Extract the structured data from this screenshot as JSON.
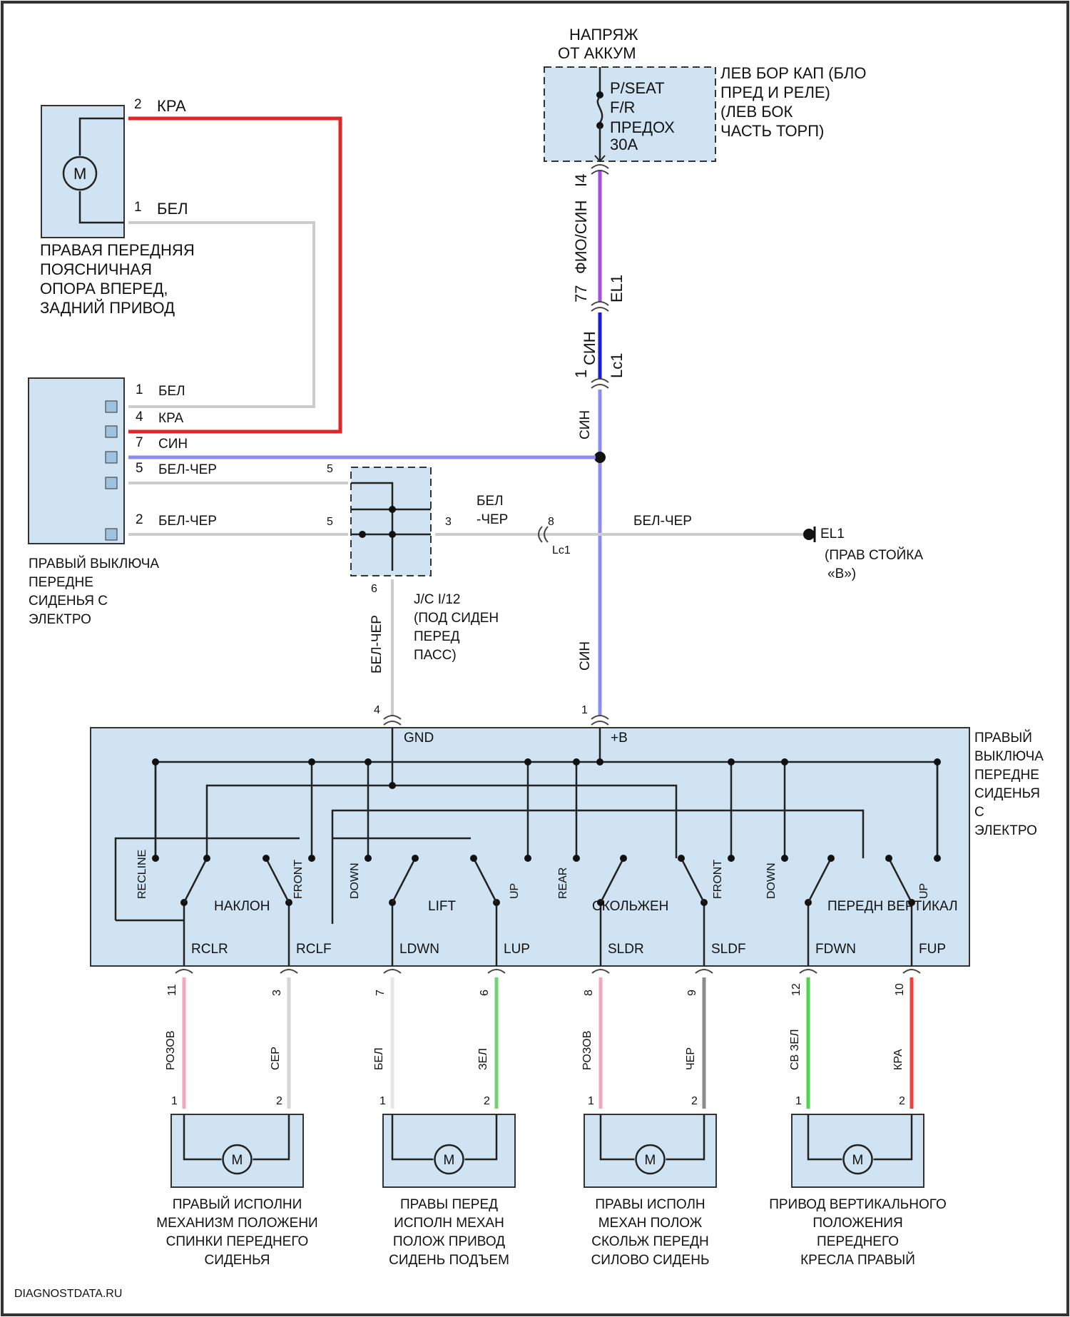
{
  "power_source": {
    "title_line1": "НАПРЯЖ",
    "title_line2": "ОТ АККУМ",
    "fuse_line1": "P/SEAT",
    "fuse_line2": "F/R",
    "fuse_line3": "ПРЕДОХ",
    "fuse_line4": "30A",
    "location_line1": "ЛЕВ БОР КАП (БЛО",
    "location_line2": "ПРЕД И РЕЛЕ)",
    "location_line3": "(ЛЕВ БОК",
    "location_line4": "ЧАСТЬ ТОРП)"
  },
  "main_wire": {
    "fuse_pin": "I4",
    "upper_wire": "ФИО/СИН",
    "conn1_pin": "77",
    "conn1_name": "EL1",
    "lower_wire": "СИН",
    "conn2_pin": "1",
    "conn2_name": "Lc1",
    "down_wire": "СИН"
  },
  "lumbar_motor": {
    "motor_symbol": "M",
    "pin_top": "2",
    "wire_top": "КРА",
    "pin_bottom": "1",
    "wire_bottom": "БЕЛ",
    "name_line1": "ПРАВАЯ ПЕРЕДНЯЯ",
    "name_line2": "ПОЯСНИЧНАЯ",
    "name_line3": "ОПОРА ВПЕРЕД,",
    "name_line4": "ЗАДНИЙ ПРИВОД"
  },
  "lumbar_switch": {
    "pins": [
      {
        "pin": "1",
        "wire": "БЕЛ"
      },
      {
        "pin": "4",
        "wire": "КРА"
      },
      {
        "pin": "7",
        "wire": "СИН"
      },
      {
        "pin": "5",
        "wire": "БЕЛ-ЧЕР"
      },
      {
        "pin": "2",
        "wire": "БЕЛ-ЧЕР"
      }
    ],
    "name_line1": "ПРАВЫЙ ВЫКЛЮЧА",
    "name_line2": "ПЕРЕДНЕ",
    "name_line3": "СИДЕНЬЯ С",
    "name_line4": "ЭЛЕКТРО"
  },
  "junction": {
    "pin_top": "5",
    "pin_mid": "5",
    "pin_right": "3",
    "pin_bottom": "6",
    "wire_right_line1": "БЕЛ",
    "wire_right_line2": "-ЧЕР",
    "wire_down": "БЕЛ-ЧЕР",
    "name_line1": "J/C I/12",
    "name_line2": "(ПОД СИДЕН",
    "name_line3": "ПЕРЕД",
    "name_line4": "ПАСС)"
  },
  "ground": {
    "conn_pin": "8",
    "conn_name": "Lc1",
    "wire": "БЕЛ-ЧЕР",
    "label": "EL1",
    "location_line1": "(ПРАВ СТОЙКА",
    "location_line2": "«В»)"
  },
  "main_switch": {
    "pin_gnd": "4",
    "term_gnd": "GND",
    "pin_b": "1",
    "term_b": "+B",
    "contacts": [
      "RECLINE",
      "FRONT",
      "DOWN",
      "UP",
      "REAR",
      "FRONT",
      "DOWN",
      "UP"
    ],
    "group_labels": [
      "НАКЛОН",
      "LIFT",
      "СКОЛЬЖЕН",
      "ПЕРЕДН ВЕРТИКАЛ"
    ],
    "outputs": [
      "RCLR",
      "RCLF",
      "LDWN",
      "LUP",
      "SLDR",
      "SLDF",
      "FDWN",
      "FUP"
    ],
    "name_line1": "ПРАВЫЙ",
    "name_line2": "ВЫКЛЮЧА",
    "name_line3": "ПЕРЕДНЕ",
    "name_line4": "СИДЕНЬЯ",
    "name_line5": "С",
    "name_line6": "ЭЛЕКТРО"
  },
  "output_wires": [
    {
      "pin": "11",
      "wire": "РОЗОВ",
      "color": "#f2a8b8"
    },
    {
      "pin": "3",
      "wire": "СЕР",
      "color": "#d6d6d6"
    },
    {
      "pin": "7",
      "wire": "БЕЛ",
      "color": "#e6e6e6"
    },
    {
      "pin": "6",
      "wire": "ЗЕЛ",
      "color": "#6fd46f"
    },
    {
      "pin": "8",
      "wire": "РОЗОВ",
      "color": "#f2a8b8"
    },
    {
      "pin": "9",
      "wire": "ЧЕР",
      "color": "#8c8c8c"
    },
    {
      "pin": "12",
      "wire": "СВ ЗЕЛ",
      "color": "#4fd44f"
    },
    {
      "pin": "10",
      "wire": "КРА",
      "color": "#f04040"
    }
  ],
  "motors": [
    {
      "pin_left": "1",
      "pin_right": "2",
      "symbol": "M",
      "name_line1": "ПРАВЫЙ ИСПОЛНИ",
      "name_line2": "МЕХАНИЗМ ПОЛОЖЕНИ",
      "name_line3": "СПИНКИ ПЕРЕДНЕГО",
      "name_line4": "СИДЕНЬЯ"
    },
    {
      "pin_left": "1",
      "pin_right": "2",
      "symbol": "M",
      "name_line1": "ПРАВЫ ПЕРЕД",
      "name_line2": "ИСПОЛН МЕХАН",
      "name_line3": "ПОЛОЖ ПРИВОД",
      "name_line4": "СИДЕНЬ ПОДЪЕМ"
    },
    {
      "pin_left": "1",
      "pin_right": "2",
      "symbol": "M",
      "name_line1": "ПРАВЫ ИСПОЛН",
      "name_line2": "МЕХАН ПОЛОЖ",
      "name_line3": "СКОЛЬЖ ПЕРЕДН",
      "name_line4": "СИЛОВО СИДЕНЬ"
    },
    {
      "pin_left": "1",
      "pin_right": "2",
      "symbol": "M",
      "name_line1": "ПРИВОД ВЕРТИКАЛЬНОГО",
      "name_line2": "ПОЛОЖЕНИЯ",
      "name_line3": "ПЕРЕДНЕГО",
      "name_line4": "КРЕСЛА ПРАВЫЙ"
    }
  ],
  "watermark": "DIAGNOSTDATA.RU",
  "colors": {
    "red": "#e02626",
    "blue": "#1a1adb",
    "lightblue": "#8c8cf2",
    "violet": "#a64ddf",
    "gray": "#cccccc",
    "block": "#cfe3f3"
  }
}
